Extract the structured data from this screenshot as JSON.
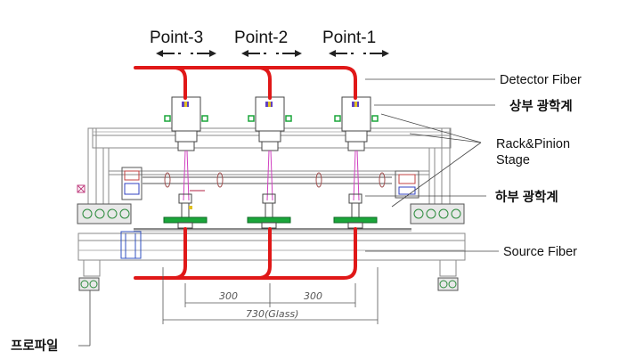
{
  "point_labels": [
    "Point-3",
    "Point-2",
    "Point-1"
  ],
  "callouts": {
    "detector_fiber": "Detector Fiber",
    "upper_optics": "상부 광학계",
    "rack_pinion_line1": "Rack&Pinion",
    "rack_pinion_line2": "Stage",
    "lower_optics": "하부 광학계",
    "source_fiber": "Source Fiber",
    "profile": "프로파일"
  },
  "dimensions": {
    "span_a": "300",
    "span_b": "300",
    "glass_width": "730(Glass)"
  },
  "colors": {
    "fiber_red": "#e01818",
    "frame_gray": "#8a8a8a",
    "stage_green": "#1aa63a",
    "beam_magenta": "#d040c0"
  }
}
